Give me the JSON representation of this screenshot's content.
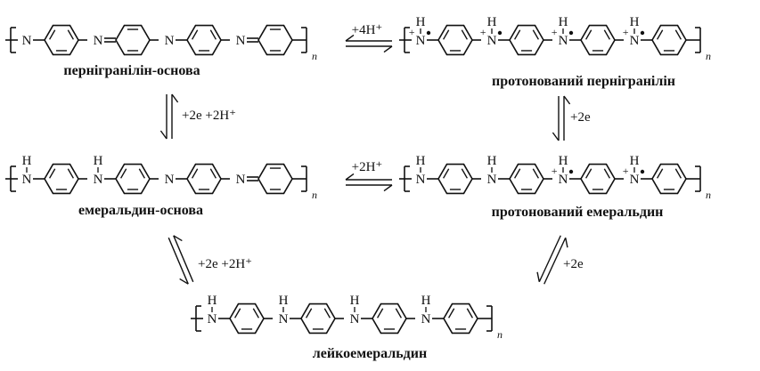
{
  "structures": {
    "pernigraniline_base": {
      "caption": "пернігранілін-основа"
    },
    "protonated_pernigraniline": {
      "caption": "протонований пернігранілін"
    },
    "emeraldine_base": {
      "caption": "емеральдин-основа"
    },
    "protonated_emeraldine": {
      "caption": "протонований емеральдин"
    },
    "leucoemeraldine": {
      "caption": "лейкоемеральдин"
    }
  },
  "atoms": {
    "nitrogen": "N",
    "hydrogen": "H",
    "repeat_index": "n",
    "charge_plus": "+"
  },
  "reactions": {
    "pernigraniline_protonation": "+4H⁺",
    "pernigraniline_to_emeraldine": "+2e  +2H⁺",
    "protonated_pernigraniline_to_emeraldine": "+2e",
    "emeraldine_protonation": "+2H⁺",
    "emeraldine_to_leucoemeraldine": "+2e  +2H⁺",
    "protonated_emeraldine_to_leucoemeraldine": "+2e"
  }
}
